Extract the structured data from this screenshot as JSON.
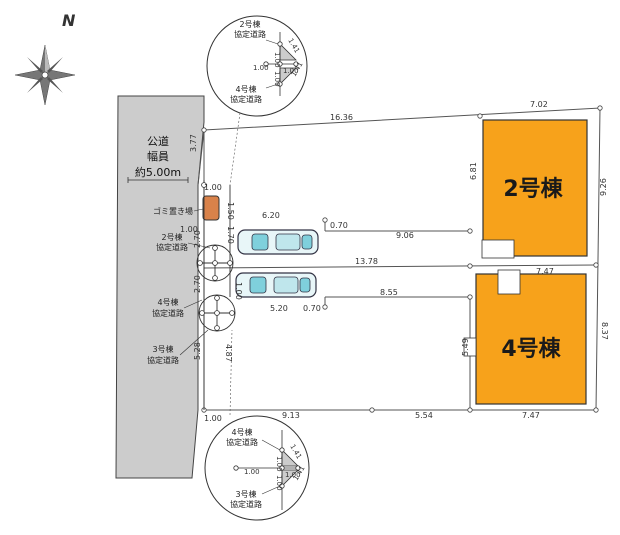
{
  "compass": {
    "north_label": "N"
  },
  "road": {
    "line1": "公道",
    "line2": "幅員",
    "line3": "約5.00m"
  },
  "buildings": {
    "b2": "2号棟",
    "b4": "4号棟"
  },
  "labels": {
    "garbage": "ゴミ置き場",
    "agr2_line1": "2号棟",
    "agr2_line2": "協定道路",
    "agr4_line1": "4号棟",
    "agr4_line2": "協定道路",
    "agr3_line1": "3号棟",
    "agr3_line2": "協定道路"
  },
  "top_inset": {
    "title_line1": "2号棟",
    "title_line2": "協定道路",
    "bottom_line1": "4号棟",
    "bottom_line2": "協定道路",
    "d1": "1.00",
    "d2": "1.00",
    "d3": "1.41",
    "d4": "1.00",
    "d5": "1.00",
    "d6": "1.41"
  },
  "bottom_inset": {
    "title_line1": "4号棟",
    "title_line2": "協定道路",
    "bottom_line1": "3号棟",
    "bottom_line2": "協定道路",
    "d1": "1.00",
    "d2": "1.00",
    "d3": "1.41",
    "d4": "1.00",
    "d5": "1.00",
    "d6": "1.41"
  },
  "dims": {
    "top_1636": "16.36",
    "top_702": "7.02",
    "left_377": "3.77",
    "r_681": "6.81",
    "r_926": "9.26",
    "g_100": "1.00",
    "g_150": "1.50",
    "a_100": "1.00",
    "a_270": "2.70",
    "a_170": "1.70",
    "d_620": "6.20",
    "d_070a": "0.70",
    "d_906": "9.06",
    "d_1378": "13.78",
    "d_747a": "7.47",
    "b_270": "2.70",
    "b_100": "1.00",
    "d_855": "8.55",
    "d_520": "5.20",
    "d_070b": "0.70",
    "d_549": "5.49",
    "d_837": "8.37",
    "l_528": "5.28",
    "l_487": "4.87",
    "bot_913": "9.13",
    "bot_554": "5.54",
    "bot_747": "7.47",
    "bot_100": "1.00"
  },
  "colors": {
    "building": "#f7a21b",
    "road": "#cccccc",
    "garbage": "#d9824a"
  }
}
